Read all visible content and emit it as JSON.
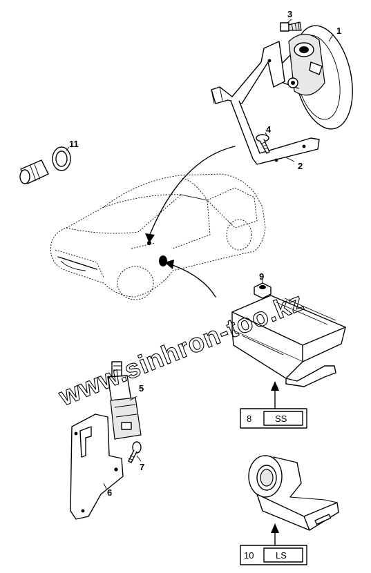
{
  "callouts": {
    "c1": "1",
    "c2": "2",
    "c3": "3",
    "c4": "4",
    "c5": "5",
    "c6": "6",
    "c7": "7",
    "c9": "9",
    "c11": "11"
  },
  "boxes": {
    "ss": {
      "number": "8",
      "code": "SS"
    },
    "ls": {
      "number": "10",
      "code": "LS"
    }
  },
  "watermark": "www.sinhron-too.kz"
}
